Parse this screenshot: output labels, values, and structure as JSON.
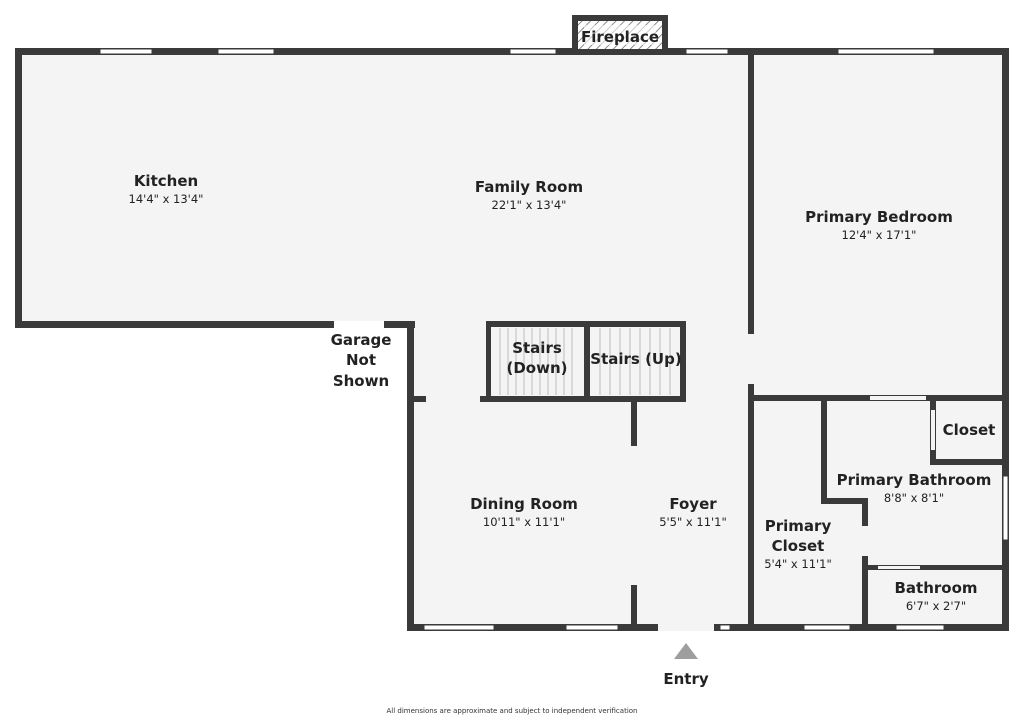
{
  "rooms": {
    "kitchen": {
      "name": "Kitchen",
      "dims": "14'4\" x 13'4\""
    },
    "family_room": {
      "name": "Family Room",
      "dims": "22'1\" x 13'4\""
    },
    "primary_bedroom": {
      "name": "Primary Bedroom",
      "dims": "12'4\" x 17'1\""
    },
    "dining_room": {
      "name": "Dining Room",
      "dims": "10'11\" x 11'1\""
    },
    "foyer": {
      "name": "Foyer",
      "dims": "5'5\" x 11'1\""
    },
    "primary_closet": {
      "name_line1": "Primary",
      "name_line2": "Closet",
      "dims": "5'4\" x 11'1\""
    },
    "primary_bathroom": {
      "name": "Primary Bathroom",
      "dims": "8'8\" x 8'1\""
    },
    "bathroom": {
      "name": "Bathroom",
      "dims": "6'7\" x 2'7\""
    },
    "closet": {
      "name": "Closet"
    },
    "stairs_down": {
      "line1": "Stairs",
      "line2": "(Down)"
    },
    "stairs_up": {
      "name": "Stairs (Up)"
    }
  },
  "fireplace": "Fireplace",
  "garage": {
    "line1": "Garage",
    "line2": "Not",
    "line3": "Shown"
  },
  "entry": "Entry",
  "disclaimer": "All dimensions are approximate and subject to independent verification"
}
